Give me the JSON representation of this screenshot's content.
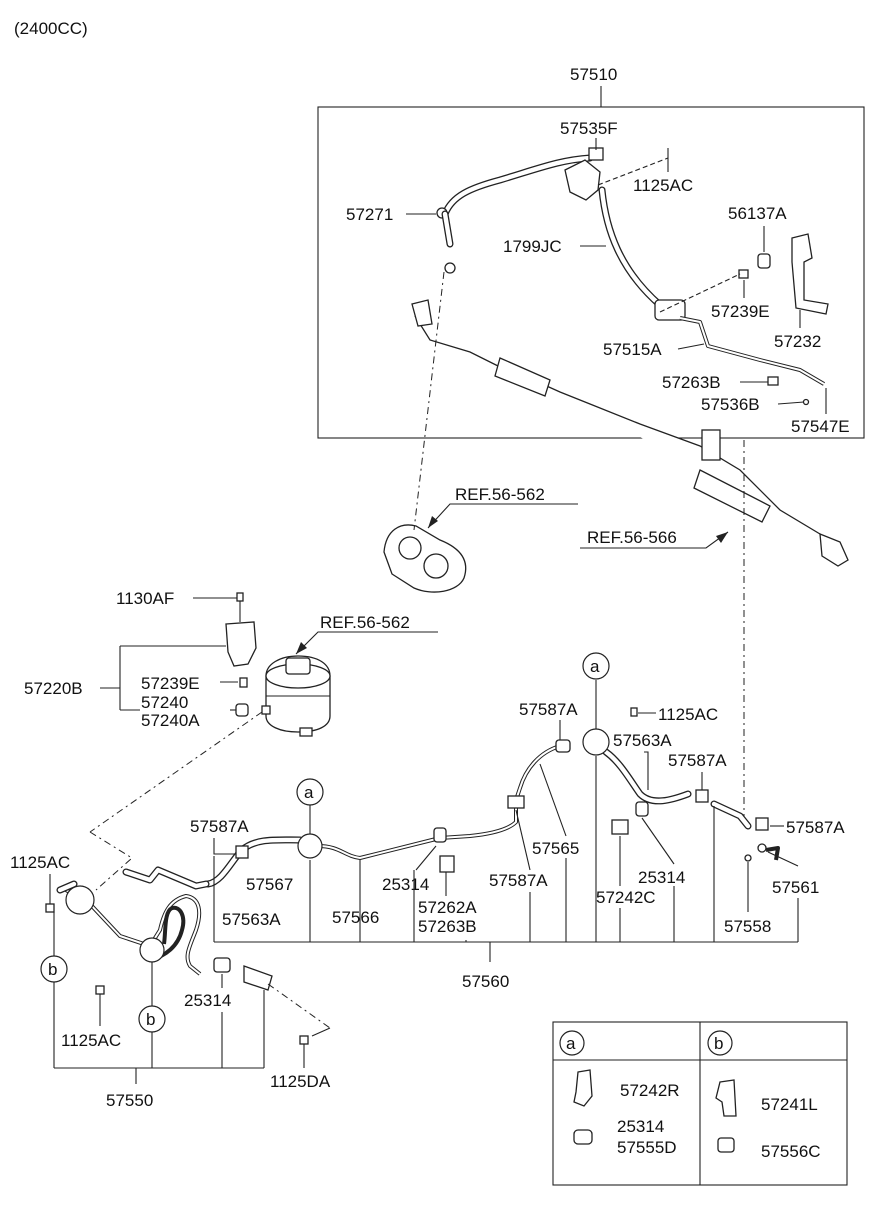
{
  "engine_spec": "(2400CC)",
  "labels": {
    "p57510": "57510",
    "p57535F": "57535F",
    "p1125AC_top": "1125AC",
    "p57271": "57271",
    "p1799JC": "1799JC",
    "p56137A": "56137A",
    "p57239E_top": "57239E",
    "p57232": "57232",
    "p57515A": "57515A",
    "p57263B_top": "57263B",
    "p57536B": "57536B",
    "p57547E": "57547E",
    "ref_pump": "REF.56-562",
    "ref_gear": "REF.56-566",
    "p1130AF": "1130AF",
    "ref_reservoir": "REF.56-562",
    "p57220B": "57220B",
    "p57239E_res": "57239E",
    "p57240": "57240",
    "p57240A": "57240A",
    "p57587A_1": "57587A",
    "p1125AC_mid": "1125AC",
    "p57563A_right": "57563A",
    "p57587A_2": "57587A",
    "p57587A_3": "57587A",
    "p57587A_left": "57587A",
    "p1125AC_left": "1125AC",
    "p57567": "57567",
    "p57565": "57565",
    "p25314_mid": "25314",
    "p25314_right": "25314",
    "p57587A_4": "57587A",
    "p57242C": "57242C",
    "p57561": "57561",
    "p57563A_left": "57563A",
    "p57566": "57566",
    "p57262A": "57262A",
    "p57263B_bottom": "57263B",
    "p57558": "57558",
    "p57560": "57560",
    "p25314_low": "25314",
    "p1125AC_low": "1125AC",
    "p1125DA": "1125DA",
    "p57550": "57550"
  },
  "callouts": {
    "a": "a",
    "b": "b"
  },
  "legend": {
    "a_parts": [
      "57242R",
      "25314",
      "57555D"
    ],
    "b_parts": [
      "57241L",
      "57556C"
    ]
  }
}
